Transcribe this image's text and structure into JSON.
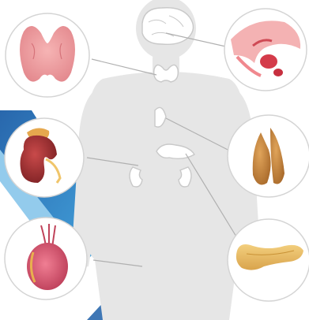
{
  "colors": {
    "background": "#ffffff",
    "body_silhouette": "#e6e6e6",
    "organ_outline": "#c9c9c9",
    "connector": "#b0b0b0",
    "circle_border": "#d4d4d4",
    "accent_blue_dark": "#1d5fa8",
    "accent_blue_light": "#3aa0dc",
    "accent_cyan": "#5cc3ea"
  },
  "organs": [
    {
      "name": "brain",
      "icon": "brain-icon"
    },
    {
      "name": "thyroid",
      "icon": "thyroid-icon"
    },
    {
      "name": "pituitary",
      "icon": "pituitary-icon"
    },
    {
      "name": "kidney-adrenal",
      "icon": "kidney-icon"
    },
    {
      "name": "adrenal",
      "icon": "adrenal-icon"
    },
    {
      "name": "testis",
      "icon": "testis-icon"
    },
    {
      "name": "pancreas",
      "icon": "pancreas-icon"
    }
  ]
}
